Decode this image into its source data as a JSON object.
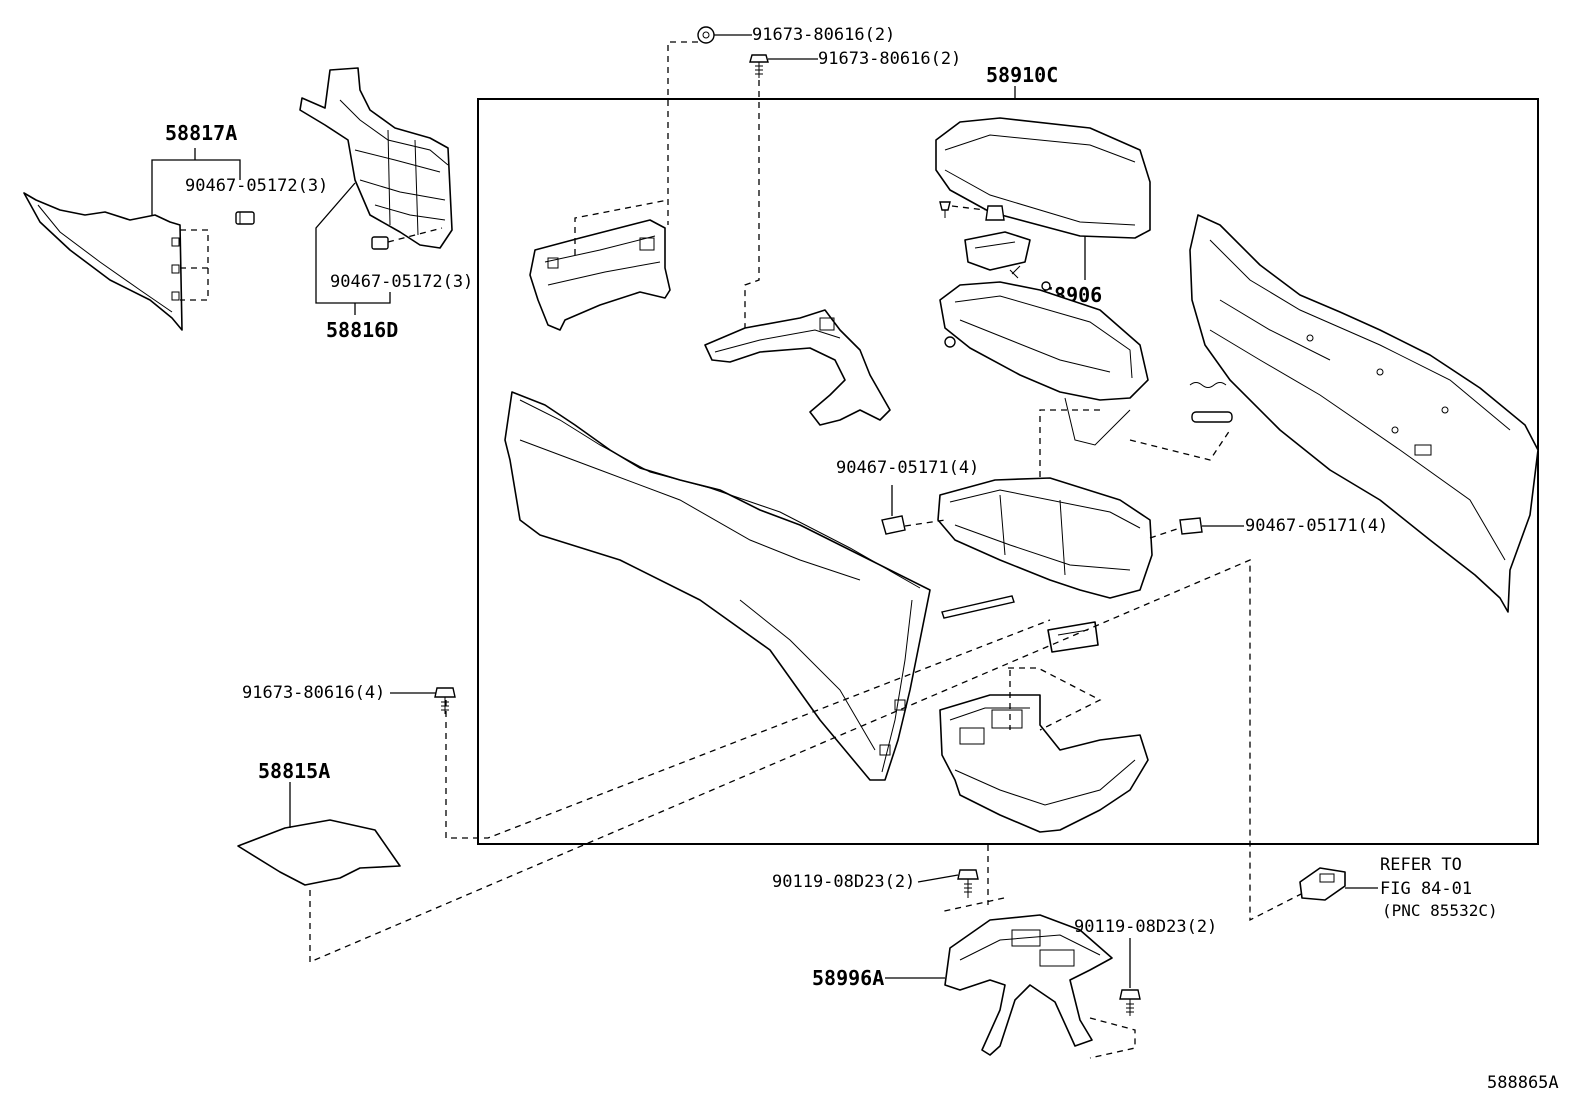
{
  "diagram": {
    "labels": {
      "p58910C": "58910C",
      "p58906": "58906",
      "p58817A": "58817A",
      "p58816D": "58816D",
      "p58815A": "58815A",
      "p58996A": "58996A",
      "clip_90467_05172_a": "90467-05172(3)",
      "clip_90467_05172_b": "90467-05172(3)",
      "bolt_91673_80616_a": "91673-80616(2)",
      "bolt_91673_80616_b": "91673-80616(2)",
      "bolt_91673_80616_c": "91673-80616(4)",
      "clip_90467_05171_a": "90467-05171(4)",
      "clip_90467_05171_b": "90467-05171(4)",
      "bolt_90119_08D23_a": "90119-08D23(2)",
      "bolt_90119_08D23_b": "90119-08D23(2)",
      "refer_line1": "REFER TO",
      "refer_line2": "FIG 84-01",
      "refer_line3": "(PNC 85532C)",
      "figure_code": "588865A"
    },
    "icons": [
      "bolt-icon",
      "clip-icon",
      "grommet-icon"
    ]
  }
}
